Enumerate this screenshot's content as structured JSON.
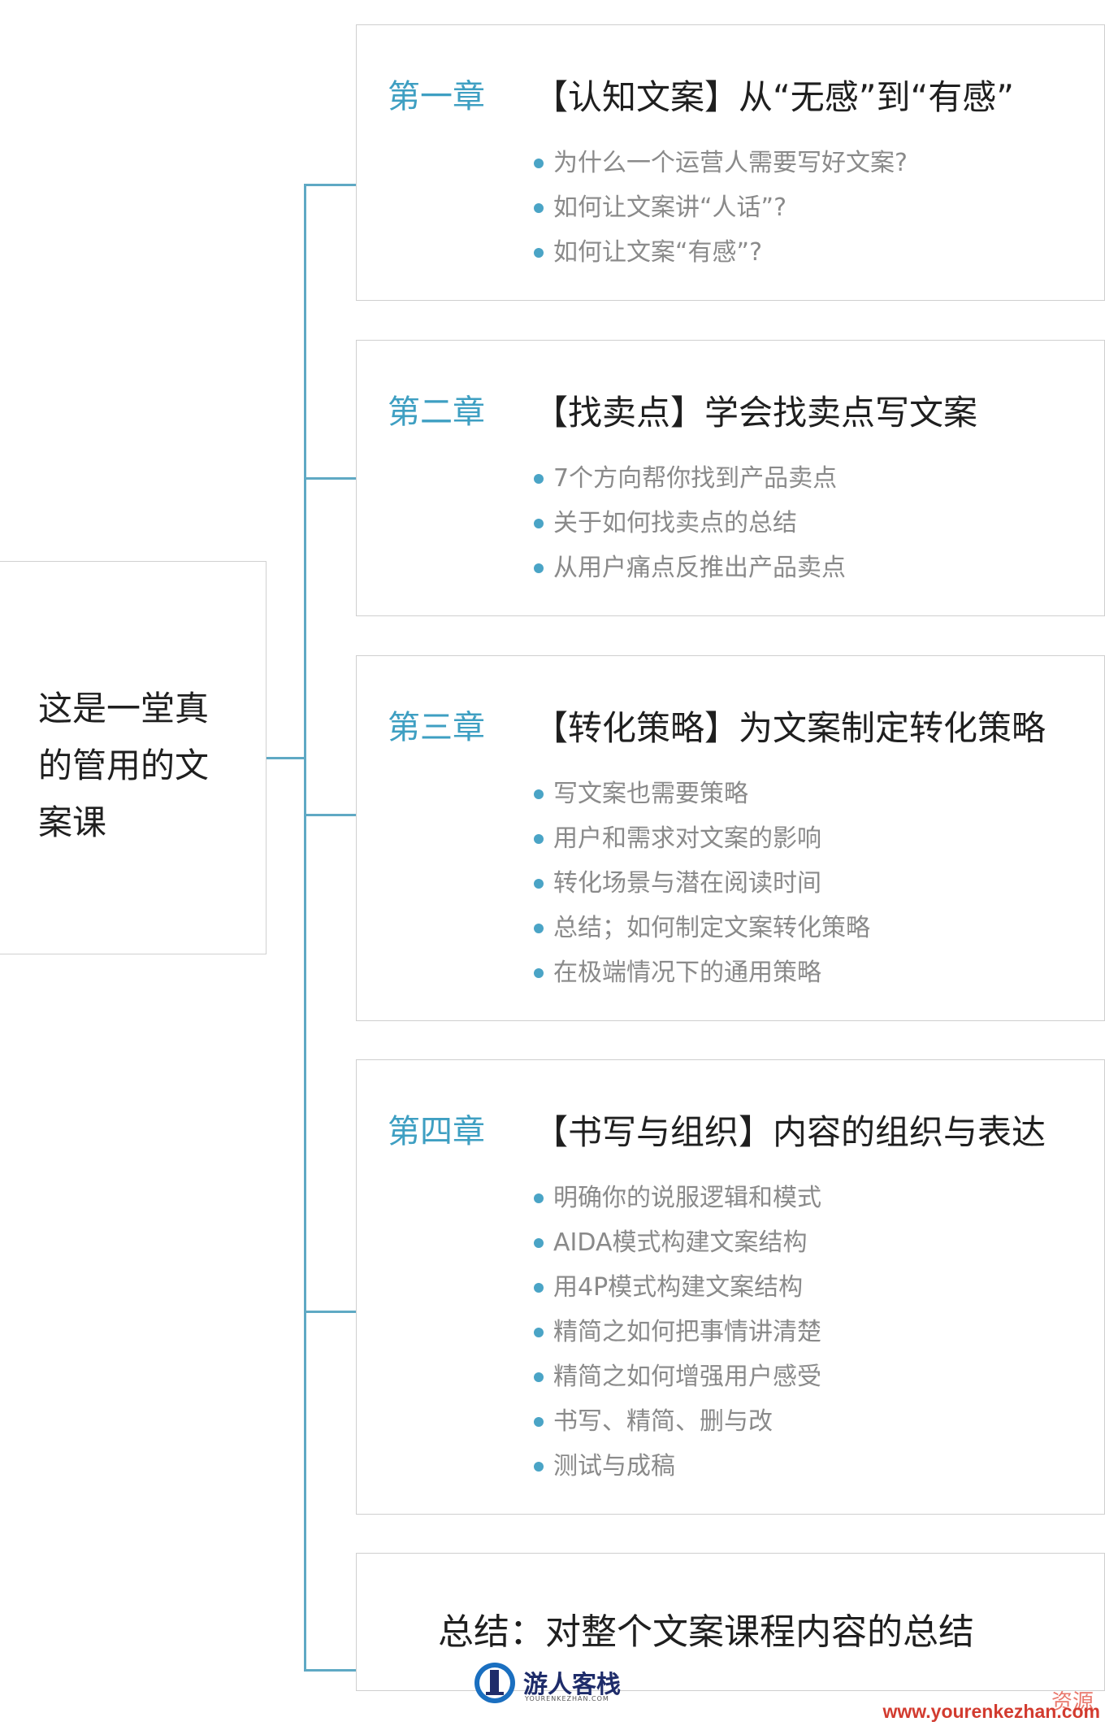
{
  "root": {
    "title": "这是一堂真的管用的文案课"
  },
  "chapters": [
    {
      "label": "第一章",
      "title": "【认知文案】从“无感”到“有感”",
      "items": [
        "为什么一个运营人需要写好文案?",
        "如何让文案讲“人话”?",
        "如何让文案“有感”?"
      ]
    },
    {
      "label": "第二章",
      "title": "【找卖点】学会找卖点写文案",
      "items": [
        "7个方向帮你找到产品卖点",
        "关于如何找卖点的总结",
        "从用户痛点反推出产品卖点"
      ]
    },
    {
      "label": "第三章",
      "title": "【转化策略】为文案制定转化策略",
      "items": [
        "写文案也需要策略",
        "用户和需求对文案的影响",
        "转化场景与潜在阅读时间",
        "总结；如何制定文案转化策略",
        "在极端情况下的通用策略"
      ]
    },
    {
      "label": "第四章",
      "title": "【书写与组织】内容的组织与表达",
      "items": [
        "明确你的说服逻辑和模式",
        "AIDA模式构建文案结构",
        "用4P模式构建文案结构",
        "精简之如何把事情讲清楚",
        "精简之如何增强用户感受",
        "书写、精简、删与改",
        "测试与成稿"
      ]
    }
  ],
  "summary": {
    "text": "总结：对整个文案课程内容的总结"
  },
  "logo": {
    "cn": "游人客栈",
    "en": "YOURENKEZHAN.COM"
  },
  "watermark": {
    "cn": "资源",
    "url": "www.yourenkezhan.com"
  },
  "colors": {
    "accent": "#3e9fc2",
    "connector": "#5fa9c4",
    "border": "#cfcfcf",
    "item_text": "#8a8a8a"
  }
}
